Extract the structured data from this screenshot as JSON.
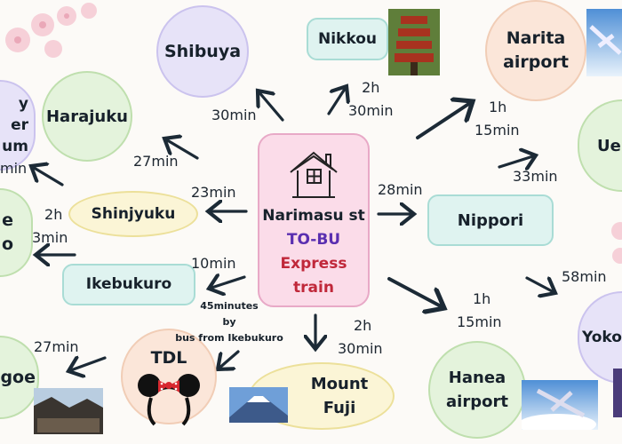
{
  "center": {
    "line1": "Narimasu st",
    "line2": "TO-BU",
    "line3": "Express",
    "line4": "train",
    "colors": {
      "line2": "#5a2fb0",
      "line3": "#c0283a"
    }
  },
  "nodes": {
    "shibuya": "Shibuya",
    "nikkou": "Nikkou",
    "narita": [
      "Narita",
      "airport"
    ],
    "harajuku": "Harajuku",
    "museum": [
      "y",
      "er",
      "um"
    ],
    "ueno": "Ue",
    "shinjyuku": "Shinjyuku",
    "left_green": [
      "e",
      "o"
    ],
    "nippori": "Nippori",
    "ikebukuro": "Ikebukuro",
    "yokohama": "Yoko",
    "hanea": [
      "Hanea",
      "airport"
    ],
    "fuji": [
      "Mount",
      "Fuji"
    ],
    "tdl": "TDL",
    "kawagoe": "goe"
  },
  "times": {
    "shibuya": "30min",
    "nikkou": [
      "2h",
      "30min"
    ],
    "narita": [
      "1h",
      "15min"
    ],
    "harajuku": "27min",
    "museum": "min",
    "shinjyuku": "23min",
    "nippori": "28min",
    "ueno": "33min",
    "left_green": [
      "2h",
      "3min"
    ],
    "ikebukuro": "10min",
    "yokohama": "58min",
    "hanea": [
      "1h",
      "15min"
    ],
    "fuji": [
      "2h",
      "30min"
    ],
    "tdl": [
      "45minutes",
      "by",
      "bus from Ikebukuro"
    ],
    "kawagoe": "27min"
  },
  "colors": {
    "arrow": "#1c2a36",
    "text": "#17212b"
  }
}
